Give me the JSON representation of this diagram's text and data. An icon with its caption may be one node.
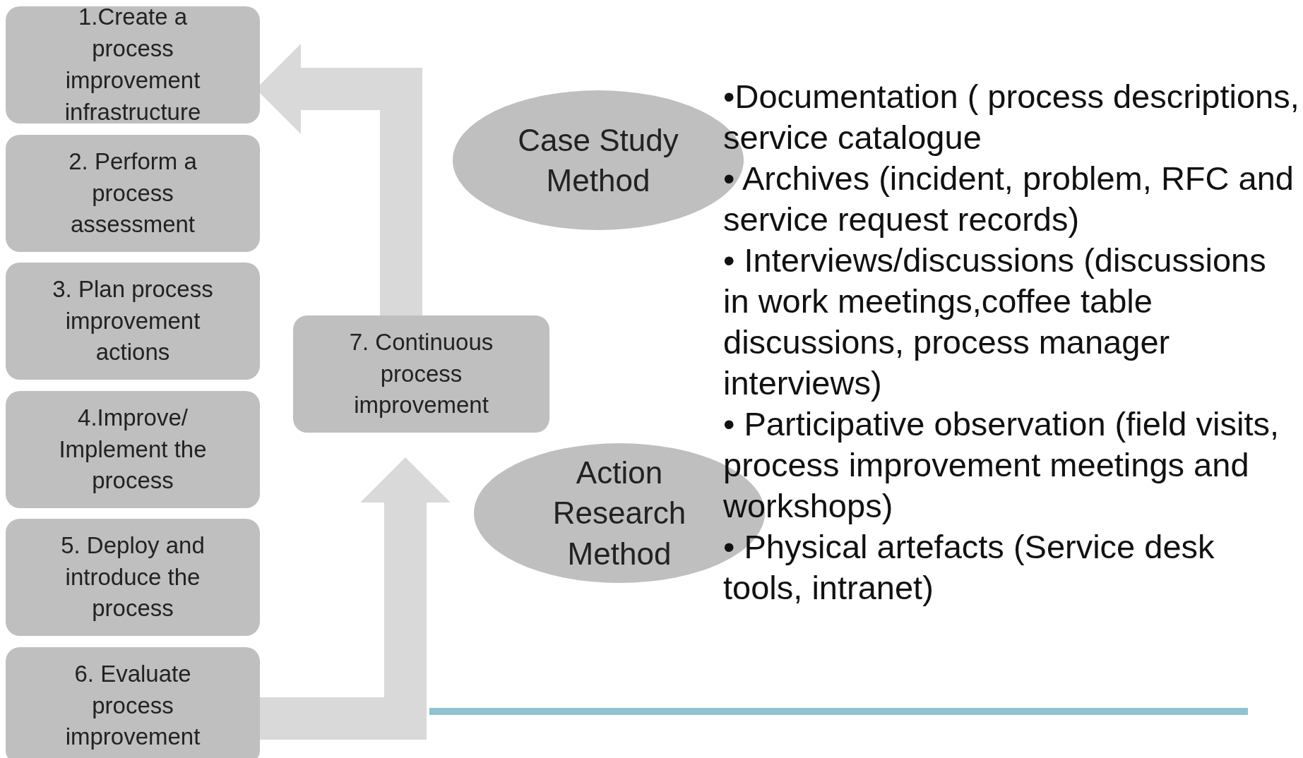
{
  "diagram": {
    "nodes": [
      {
        "text": [
          "1.Create a process improvement infrastructure"
        ]
      },
      {
        "text": [
          "2. Perform a process assessment"
        ]
      },
      {
        "text": [
          "3. Plan process improvement actions"
        ]
      },
      {
        "text": [
          "4.Improve/ Implement the process"
        ]
      },
      {
        "text": [
          "5. Deploy and introduce the process"
        ]
      },
      {
        "text": [
          "6. Evaluate process improvement"
        ]
      },
      {
        "text": [
          "7. Continuous process improvement"
        ]
      },
      {
        "text": [
          "Case Study Method"
        ]
      },
      {
        "text": [
          "Action Research Method"
        ]
      }
    ],
    "edges": [
      {
        "from": 6,
        "to": 0,
        "arrow": "to"
      },
      {
        "from": 5,
        "to": 6,
        "arrow": "to"
      }
    ],
    "labels": [
      "•Documentation ( process descriptions, service catalogue",
      "• Archives (incident, problem, RFC and",
      "service request records)",
      "• Interviews/discussions (discussions in work meetings,coffee table discussions, process manager interviews)",
      "• Participative observation (field visits, process improvement meetings and workshops)",
      "• Physical artefacts (Service desk tools, intranet)"
    ]
  }
}
